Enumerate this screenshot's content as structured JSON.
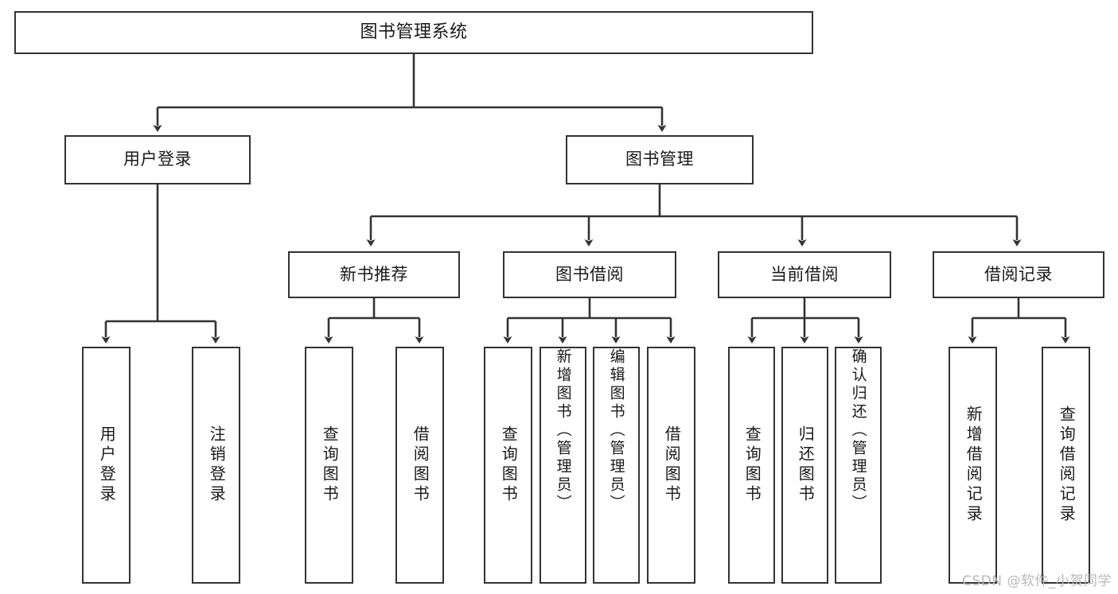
{
  "diagram": {
    "title": "图书管理系统",
    "watermark": "CSDN @软件_小贺同学",
    "colors": {
      "box_border": "#333333",
      "box_fill": "#ffffff",
      "edge": "#333333",
      "text": "#1a1a1a",
      "watermark": "#b8b8b8"
    },
    "nodes": {
      "root": "图书管理系统",
      "level2": {
        "user_login": "用户登录",
        "book_manage": "图书管理"
      },
      "level3": {
        "new_book_rec": "新书推荐",
        "book_borrow": "图书借阅",
        "current_borrow": "当前借阅",
        "borrow_record": "借阅记录"
      },
      "leaves": {
        "user_login_1": "用户登录",
        "user_login_2": "注销登录",
        "new_book_rec_1": "查询图书",
        "new_book_rec_2": "借阅图书",
        "book_borrow_1": "查询图书",
        "book_borrow_2": "新增图书（管理员）",
        "book_borrow_3": "编辑图书（管理员）",
        "book_borrow_4": "借阅图书",
        "current_borrow_1": "查询图书",
        "current_borrow_2": "归还图书",
        "current_borrow_3": "确认归还（管理员）",
        "borrow_record_1": "新增借阅记录",
        "borrow_record_2": "查询借阅记录"
      }
    }
  }
}
